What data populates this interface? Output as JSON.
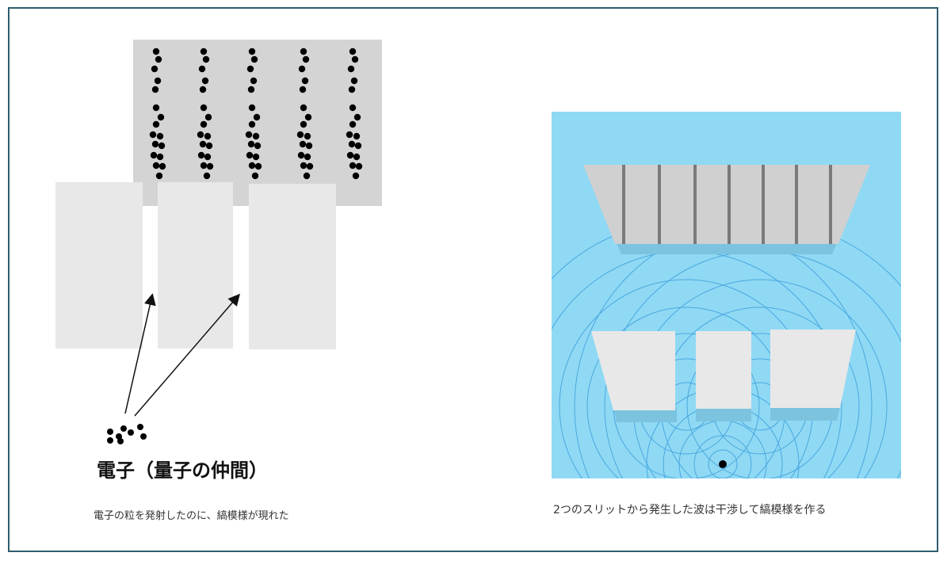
{
  "left_panel": {
    "electron_label": "電子（量子の仲間）",
    "caption": "電子の粒を発射したのに、縞模様が現れた"
  },
  "right_panel": {
    "caption": "2つのスリットから発生した波は干渉して縞模様を作る"
  },
  "colors": {
    "frame": "#2e5d70",
    "screen": "#d4d4d4",
    "wall": "#e8e8e8",
    "dot": "#000000",
    "water": "#8fd9f4",
    "wave_line": "#4aa8e0",
    "stripe": "#7a7a7a"
  }
}
